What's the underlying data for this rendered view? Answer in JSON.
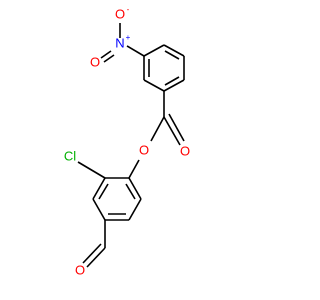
{
  "molecule": {
    "atoms": {
      "nitro_o_minus": {
        "symbol": "O",
        "charge": "-",
        "color": "#ff0000"
      },
      "nitro_n": {
        "symbol": "N",
        "charge": "+",
        "color": "#0000ff"
      },
      "nitro_o_double": {
        "symbol": "O",
        "color": "#ff0000"
      },
      "ester_o_single": {
        "symbol": "O",
        "color": "#ff0000"
      },
      "ester_o_double": {
        "symbol": "O",
        "color": "#ff0000"
      },
      "chlorine": {
        "symbol": "Cl",
        "color": "#00b000"
      },
      "aldehyde_o": {
        "symbol": "O",
        "color": "#ff0000"
      }
    },
    "bond_color": "#000000"
  }
}
